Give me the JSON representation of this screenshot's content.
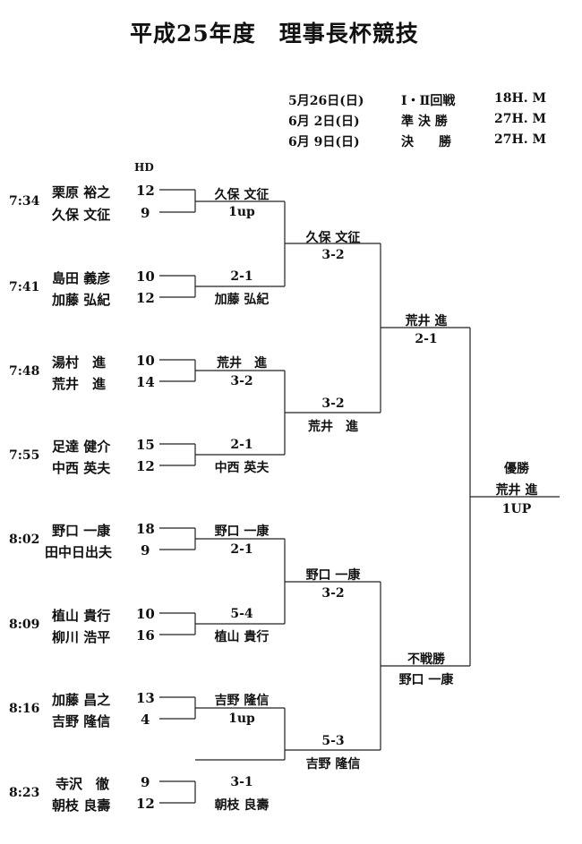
{
  "title": "平成25年度　理事長杯競技",
  "schedule": [
    {
      "date": "5月26日(日)",
      "round": "Ⅰ・Ⅱ回戦",
      "tee": "18H. M"
    },
    {
      "date": "6月 2日(日)",
      "round": "準 決 勝",
      "tee": "27H. M"
    },
    {
      "date": "6月 9日(日)",
      "round": "決　　勝",
      "tee": "27H. M"
    }
  ],
  "hd_label": "HD",
  "matches": [
    {
      "time": "7:34",
      "players": [
        {
          "name": "栗原 裕之",
          "hd": "12"
        },
        {
          "name": "久保 文征",
          "hd": "9"
        }
      ],
      "winner": "久保 文征",
      "result": "1up"
    },
    {
      "time": "7:41",
      "players": [
        {
          "name": "島田 義彦",
          "hd": "10"
        },
        {
          "name": "加藤 弘紀",
          "hd": "12"
        }
      ],
      "winner": "加藤 弘紀",
      "result": "2-1"
    },
    {
      "time": "7:48",
      "players": [
        {
          "name": "湯村　進",
          "hd": "10"
        },
        {
          "name": "荒井　進",
          "hd": "14"
        }
      ],
      "winner": "荒井　進",
      "result": "3-2"
    },
    {
      "time": "7:55",
      "players": [
        {
          "name": "足達 健介",
          "hd": "15"
        },
        {
          "name": "中西 英夫",
          "hd": "12"
        }
      ],
      "winner": "中西 英夫",
      "result": "2-1"
    },
    {
      "time": "8:02",
      "players": [
        {
          "name": "野口 一康",
          "hd": "18"
        },
        {
          "name": "田中日出夫",
          "hd": "9"
        }
      ],
      "winner": "野口 一康",
      "result": "2-1"
    },
    {
      "time": "8:09",
      "players": [
        {
          "name": "植山 貴行",
          "hd": "10"
        },
        {
          "name": "柳川 浩平",
          "hd": "16"
        }
      ],
      "winner": "植山 貴行",
      "result": "5-4"
    },
    {
      "time": "8:16",
      "players": [
        {
          "name": "加藤 昌之",
          "hd": "13"
        },
        {
          "name": "吉野 隆信",
          "hd": "4"
        }
      ],
      "winner": "吉野 隆信",
      "result": "1up"
    },
    {
      "time": "8:23",
      "players": [
        {
          "name": "寺沢　徹",
          "hd": "9"
        },
        {
          "name": "朝枝 良壽",
          "hd": "12"
        }
      ],
      "winner": "朝枝 良壽",
      "result": "3-1"
    }
  ],
  "round2": [
    {
      "winner": "久保 文征",
      "result": "3-2"
    },
    {
      "winner": "荒井　進",
      "result": "3-2"
    },
    {
      "winner": "野口 一康",
      "result": "3-2"
    },
    {
      "winner": "吉野 隆信",
      "result": "5-3"
    }
  ],
  "semis": [
    {
      "winner": "荒井 進",
      "result": "2-1"
    },
    {
      "winner": "野口 一康",
      "result": "不戦勝"
    }
  ],
  "final": {
    "label": "優勝",
    "winner": "荒井 進",
    "result": "1UP"
  }
}
